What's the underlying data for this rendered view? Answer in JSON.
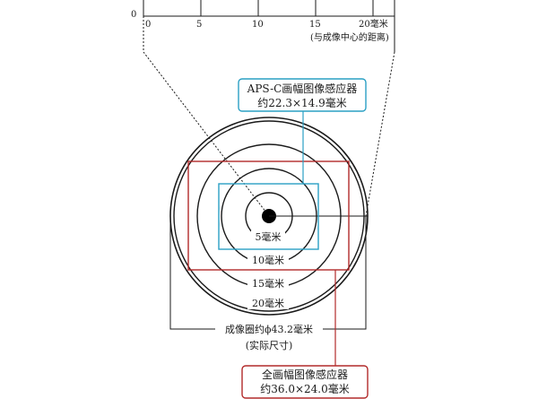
{
  "scale": {
    "zero_label": "0",
    "ticks": [
      "0",
      "5",
      "10",
      "15",
      "20毫米"
    ],
    "caption": "(与成像中心的距离)"
  },
  "aps_c_box": {
    "line1": "APS-C画幅图像感应器",
    "line2": "约22.3×14.9毫米"
  },
  "ring_labels": [
    "5毫米",
    "10毫米",
    "15毫米",
    "20毫米"
  ],
  "image_circle": {
    "line1": "成像圈约ϕ43.2毫米",
    "line2": "(实际尺寸)"
  },
  "full_frame_box": {
    "line1": "全画幅图像感应器",
    "line2": "约36.0×24.0毫米"
  },
  "colors": {
    "line": "#1a1a1a",
    "aps_c": "#2aa0c4",
    "full_frame": "#b22a2a"
  }
}
